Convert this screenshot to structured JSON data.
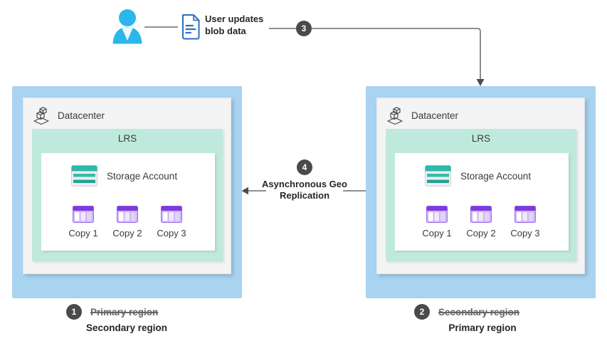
{
  "flow": {
    "user_action": "User updates blob data",
    "step3_badge": "3",
    "step4_badge": "4",
    "replication_label": "Asynchronous Geo Replication"
  },
  "regions": [
    {
      "badge": "1",
      "datacenter_label": "Datacenter",
      "redundancy_label": "LRS",
      "storage_label": "Storage Account",
      "copies": [
        "Copy 1",
        "Copy 2",
        "Copy 3"
      ],
      "former_label": "Primary region",
      "current_label": "Secondary region"
    },
    {
      "badge": "2",
      "datacenter_label": "Datacenter",
      "redundancy_label": "LRS",
      "storage_label": "Storage Account",
      "copies": [
        "Copy 1",
        "Copy 2",
        "Copy 3"
      ],
      "former_label": "Secondary region",
      "current_label": "Primary region"
    }
  ],
  "icons": {
    "user": "person-icon",
    "blob": "document-icon",
    "datacenter": "datacenter-building-icon",
    "storage_account": "storage-account-icon",
    "copy": "table-copy-icon"
  },
  "colors": {
    "region_fill": "#a9d4f1",
    "datacenter_fill": "#f4f4f4",
    "lrs_fill": "#bfe9dd",
    "storage_teal": "#2eb8a9",
    "copy_purple": "#7c3ae3",
    "person_blue": "#2ab7e9",
    "document_blue": "#2e6fc0",
    "connector": "#4d4d4d",
    "badge_fill": "#4a4a4a",
    "former_text": "#666666",
    "label_text": "#262626"
  }
}
